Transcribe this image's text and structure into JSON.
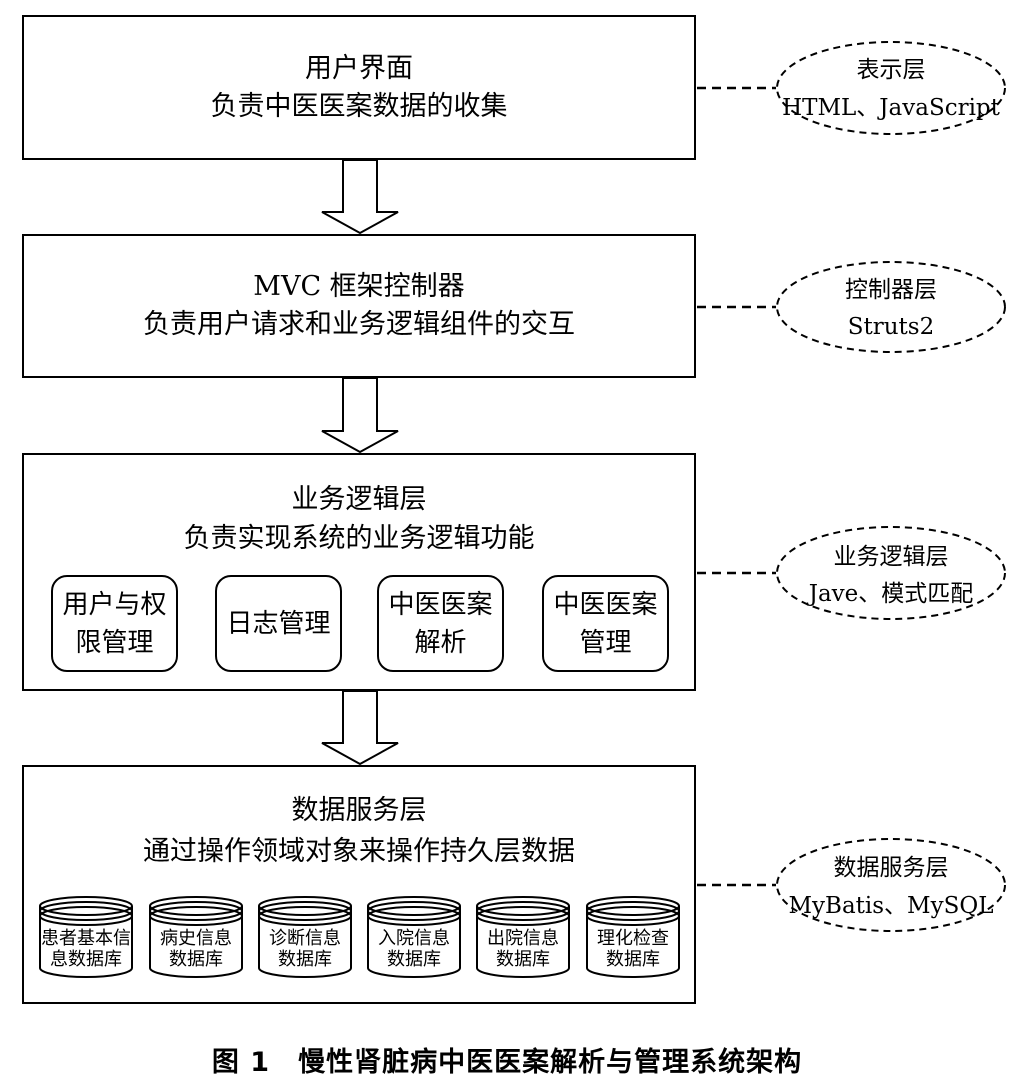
{
  "layers": [
    {
      "title": "用户界面",
      "subtitle": "负责中医医案数据的收集"
    },
    {
      "title": "MVC 框架控制器",
      "subtitle": "负责用户请求和业务逻辑组件的交互"
    },
    {
      "title": "业务逻辑层",
      "subtitle": "负责实现系统的业务逻辑功能",
      "modules": [
        {
          "line1": "用户与权",
          "line2": "限管理"
        },
        {
          "line1": "日志管理",
          "line2": ""
        },
        {
          "line1": "中医医案",
          "line2": "解析"
        },
        {
          "line1": "中医医案",
          "line2": "管理"
        }
      ]
    },
    {
      "title": "数据服务层",
      "subtitle": "通过操作领域对象来操作持久层数据",
      "databases": [
        {
          "line1": "患者基本信",
          "line2": "息数据库"
        },
        {
          "line1": "病史信息",
          "line2": "数据库"
        },
        {
          "line1": "诊断信息",
          "line2": "数据库"
        },
        {
          "line1": "入院信息",
          "line2": "数据库"
        },
        {
          "line1": "出院信息",
          "line2": "数据库"
        },
        {
          "line1": "理化检查",
          "line2": "数据库"
        }
      ]
    }
  ],
  "tiers": [
    {
      "name": "表示层",
      "tech": "HTML、JavaScript"
    },
    {
      "name": "控制器层",
      "tech": "Struts2"
    },
    {
      "name": "业务逻辑层",
      "tech": "Jave、模式匹配"
    },
    {
      "name": "数据服务层",
      "tech": "MyBatis、MySQL"
    }
  ],
  "caption": {
    "number": "图 1",
    "text": "慢性肾脏病中医医案解析与管理系统架构"
  }
}
